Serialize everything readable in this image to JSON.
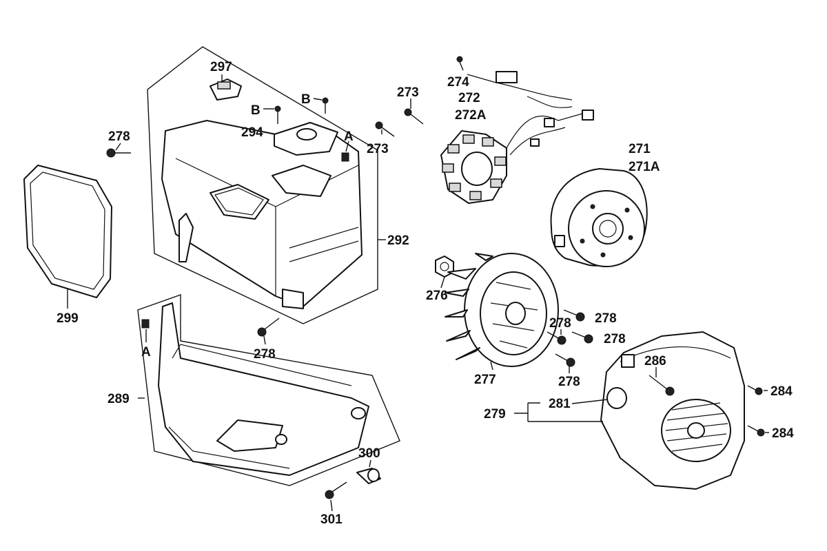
{
  "labels": {
    "l297": "297",
    "lB1": "B",
    "lB2": "B",
    "l273a": "273",
    "l274": "274",
    "l272": "272",
    "l272A": "272A",
    "l294": "294",
    "l273b": "273",
    "lA1": "A",
    "l278a": "278",
    "l271": "271",
    "l271A": "271A",
    "l292": "292",
    "l299": "299",
    "l276": "276",
    "l278b": "278",
    "l278c": "278",
    "l278d": "278",
    "l278e": "278",
    "lA2": "A",
    "l278f": "278",
    "l277": "277",
    "l286": "286",
    "l289": "289",
    "l279": "279",
    "l281": "281",
    "l284a": "284",
    "l284b": "284",
    "l300": "300",
    "l301": "301"
  },
  "colors": {
    "ink": "#111111",
    "background": "#ffffff",
    "shade": "#d8d8d8"
  }
}
